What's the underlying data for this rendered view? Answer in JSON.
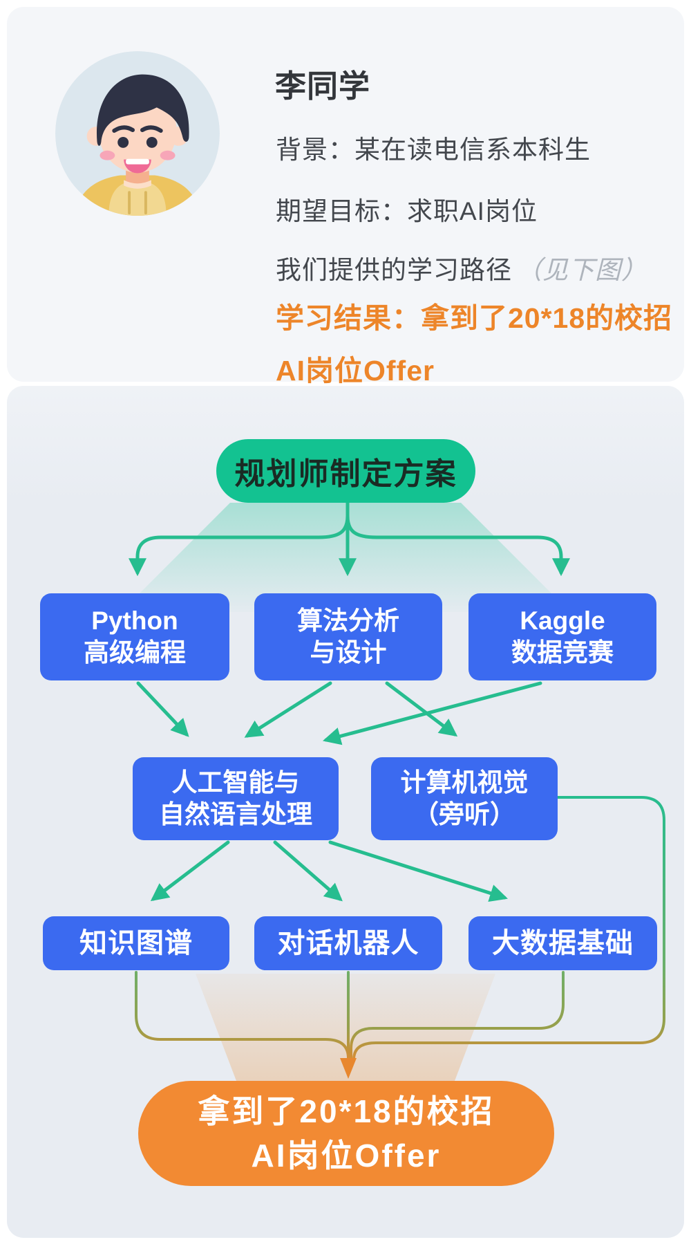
{
  "profile": {
    "name": "李同学",
    "background": "背景：某在读电信系本科生",
    "goal": "期望目标：求职AI岗位",
    "path_label": "我们提供的学习路径",
    "path_note": "（见下图）",
    "result_line1": "学习结果：拿到了20*18的校招",
    "result_line2": "AI岗位Offer",
    "avatar_icon": "student-boy-avatar"
  },
  "flowchart": {
    "root": "规划师制定方案",
    "level1": [
      {
        "line1": "Python",
        "line2": "高级编程"
      },
      {
        "line1": "算法分析",
        "line2": "与设计"
      },
      {
        "line1": "Kaggle",
        "line2": "数据竞赛"
      }
    ],
    "level2": [
      {
        "line1": "人工智能与",
        "line2": "自然语言处理"
      },
      {
        "line1": "计算机视觉",
        "line2": "（旁听）"
      }
    ],
    "level3": [
      {
        "label": "知识图谱"
      },
      {
        "label": "对话机器人"
      },
      {
        "label": "大数据基础"
      }
    ],
    "result": {
      "line1": "拿到了20*18的校招",
      "line2": "AI岗位Offer"
    },
    "edges": [
      {
        "from": "规划师制定方案",
        "to": "Python高级编程"
      },
      {
        "from": "规划师制定方案",
        "to": "算法分析与设计"
      },
      {
        "from": "规划师制定方案",
        "to": "Kaggle数据竞赛"
      },
      {
        "from": "Python高级编程",
        "to": "人工智能与自然语言处理"
      },
      {
        "from": "算法分析与设计",
        "to": "人工智能与自然语言处理"
      },
      {
        "from": "Kaggle数据竞赛",
        "to": "人工智能与自然语言处理"
      },
      {
        "from": "算法分析与设计",
        "to": "计算机视觉（旁听）"
      },
      {
        "from": "人工智能与自然语言处理",
        "to": "知识图谱"
      },
      {
        "from": "人工智能与自然语言处理",
        "to": "对话机器人"
      },
      {
        "from": "人工智能与自然语言处理",
        "to": "大数据基础"
      },
      {
        "from": "知识图谱",
        "to": "拿到了20*18的校招AI岗位Offer"
      },
      {
        "from": "对话机器人",
        "to": "拿到了20*18的校招AI岗位Offer"
      },
      {
        "from": "大数据基础",
        "to": "拿到了20*18的校招AI岗位Offer"
      },
      {
        "from": "计算机视觉（旁听）",
        "to": "拿到了20*18的校招AI岗位Offer"
      }
    ]
  },
  "colors": {
    "page_background": "#ffffff",
    "profile_card_background": "#f4f6f9",
    "flow_card_background": "#e8ecf2",
    "node_blue": "#3b6af0",
    "node_green": "#13c291",
    "node_orange": "#f28a33",
    "arrow_green": "#26bd8f",
    "arrow_olive": "#97a04b",
    "arrow_orange": "#e8872e",
    "result_text_orange": "#ed8529",
    "note_gray": "#aeb4bc"
  }
}
